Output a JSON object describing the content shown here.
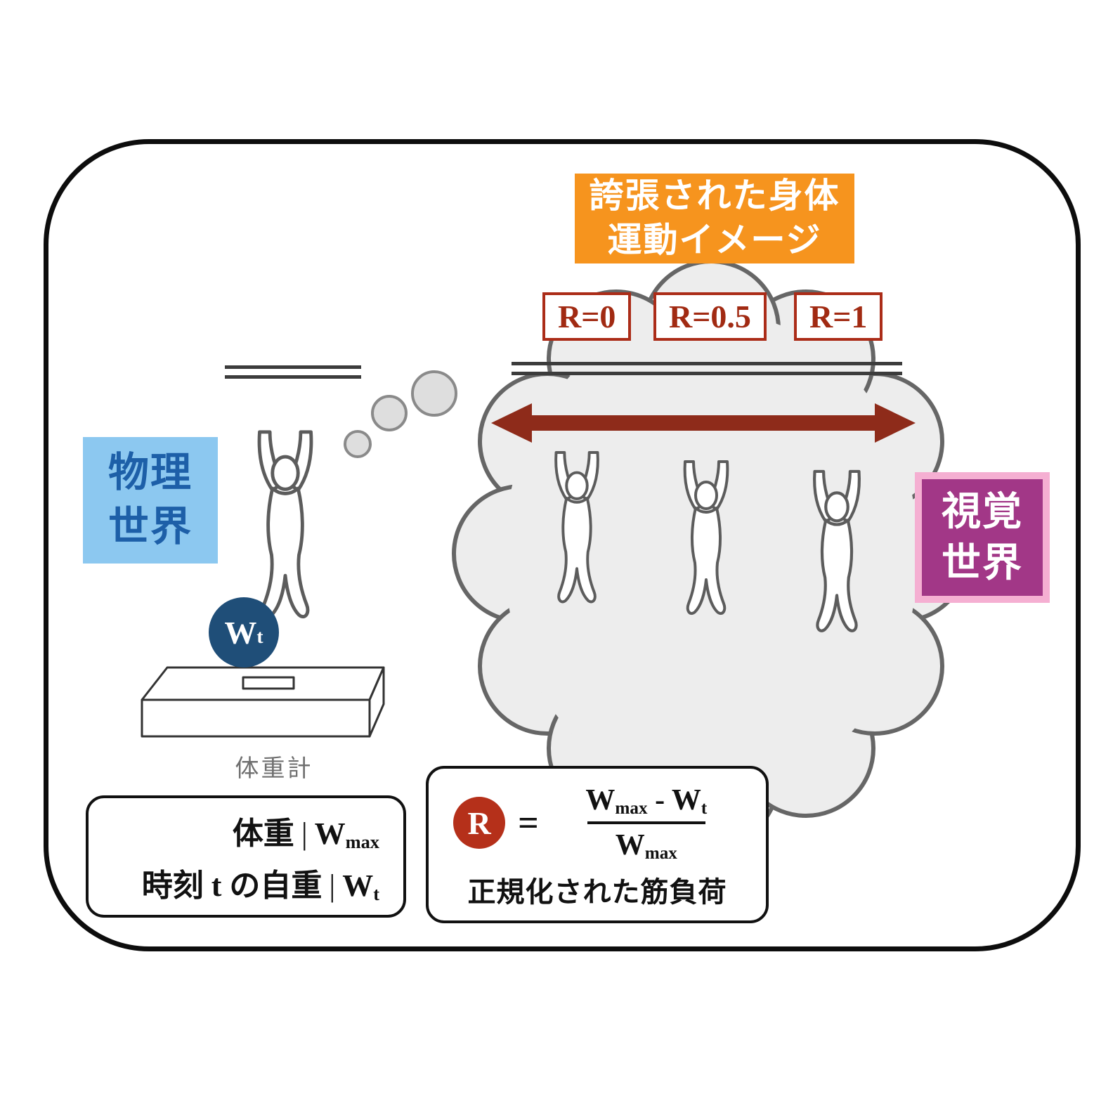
{
  "title_badge": {
    "line1": "誇張された身体",
    "line2": "運動イメージ"
  },
  "physical_world": {
    "line1": "物理",
    "line2": "世界"
  },
  "visual_world": {
    "line1": "視覚",
    "line2": "世界"
  },
  "wt_badge": {
    "w": "W",
    "sub": "t"
  },
  "scale_label": "体重計",
  "r_labels": [
    "R=0",
    "R=0.5",
    "R=1"
  ],
  "legend": {
    "row1": {
      "label": "体重",
      "divider": "|",
      "sym": "W",
      "sub": "max"
    },
    "row2": {
      "label": "時刻 t の自重",
      "divider": "|",
      "sym": "W",
      "sub": "t"
    }
  },
  "formula": {
    "r": "R",
    "equals": "=",
    "numerator": {
      "w1": "W",
      "sub1": "max",
      "minus": " - ",
      "w2": "W",
      "sub2": "t"
    },
    "denominator": {
      "w": "W",
      "sub": "max"
    },
    "caption": "正規化された筋負荷"
  },
  "colors": {
    "orange_badge": "#F6941E",
    "physical_bg": "#8CC8F0",
    "physical_text": "#1D5FA8",
    "visual_bg": "#A23787",
    "visual_border": "#F5AFD2",
    "wt_circle": "#1F4E78",
    "dark_red": "#A12A12",
    "arrow_red": "#8E2B1A",
    "cloud_fill": "#EDEDED",
    "cloud_stroke": "#666666"
  }
}
